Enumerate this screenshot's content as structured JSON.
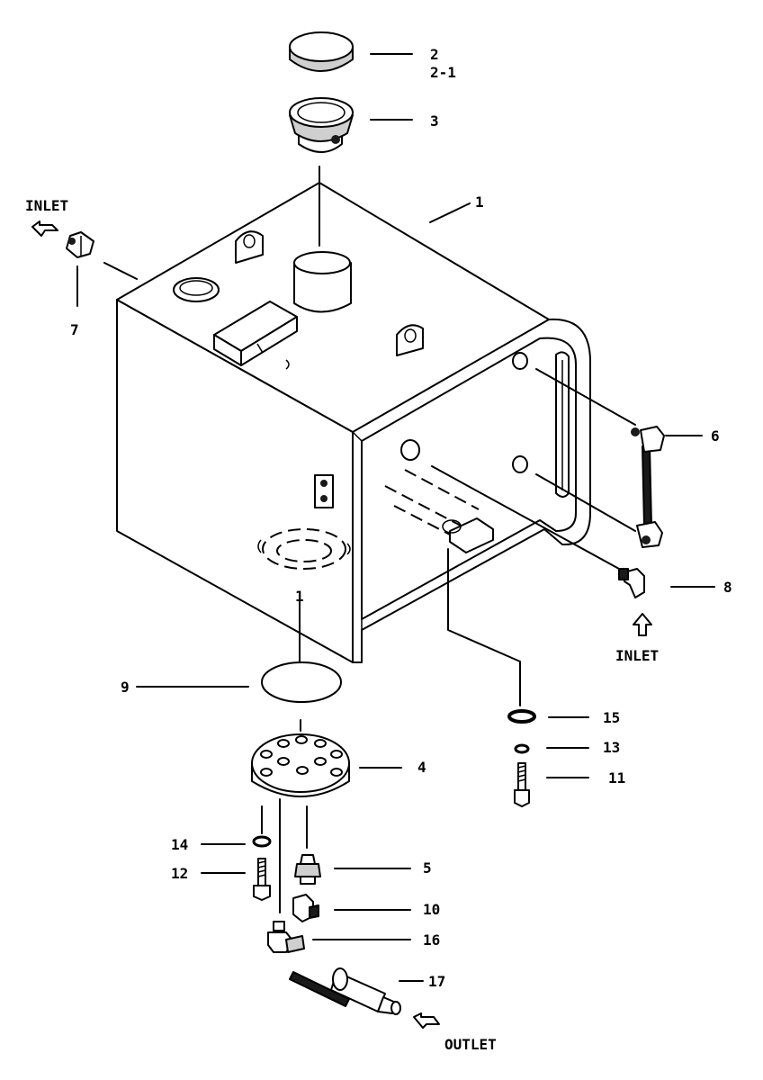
{
  "callouts": {
    "c1": "1",
    "c1b": "1",
    "c2": "2",
    "c2_1": "2-1",
    "c3": "3",
    "c4": "4",
    "c5": "5",
    "c6": "6",
    "c7": "7",
    "c8": "8",
    "c9": "9",
    "c10": "10",
    "c11": "11",
    "c12": "12",
    "c13": "13",
    "c14": "14",
    "c15": "15",
    "c16": "16",
    "c17": "17"
  },
  "flow_labels": {
    "inlet_left": "INLET",
    "inlet_right": "INLET",
    "outlet": "OUTLET"
  }
}
